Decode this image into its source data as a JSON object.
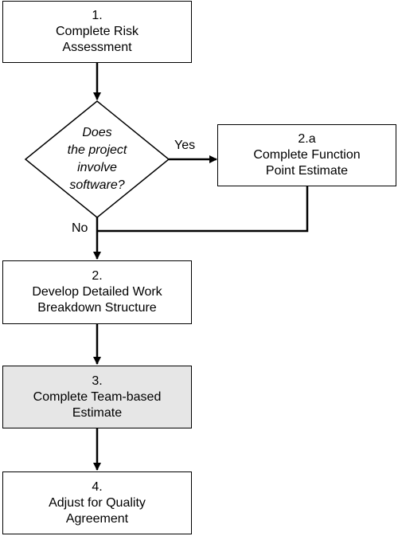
{
  "steps": [
    {
      "number": "1.",
      "lines": [
        "Complete Risk",
        "Assessment"
      ]
    },
    {
      "number": "2.a",
      "lines": [
        "Complete Function",
        "Point Estimate"
      ]
    },
    {
      "number": "2.",
      "lines": [
        "Develop Detailed Work",
        "Breakdown Structure"
      ]
    },
    {
      "number": "3.",
      "lines": [
        "Complete Team-based",
        "Estimate"
      ]
    },
    {
      "number": "4.",
      "lines": [
        "Adjust for Quality",
        "Agreement"
      ]
    }
  ],
  "decision": {
    "lines": [
      "Does",
      "the project",
      "involve",
      "software?"
    ]
  },
  "edge_labels": {
    "yes": "Yes",
    "no": "No"
  },
  "colors": {
    "line": "#000000",
    "highlight_fill": "#e6e6e6"
  }
}
